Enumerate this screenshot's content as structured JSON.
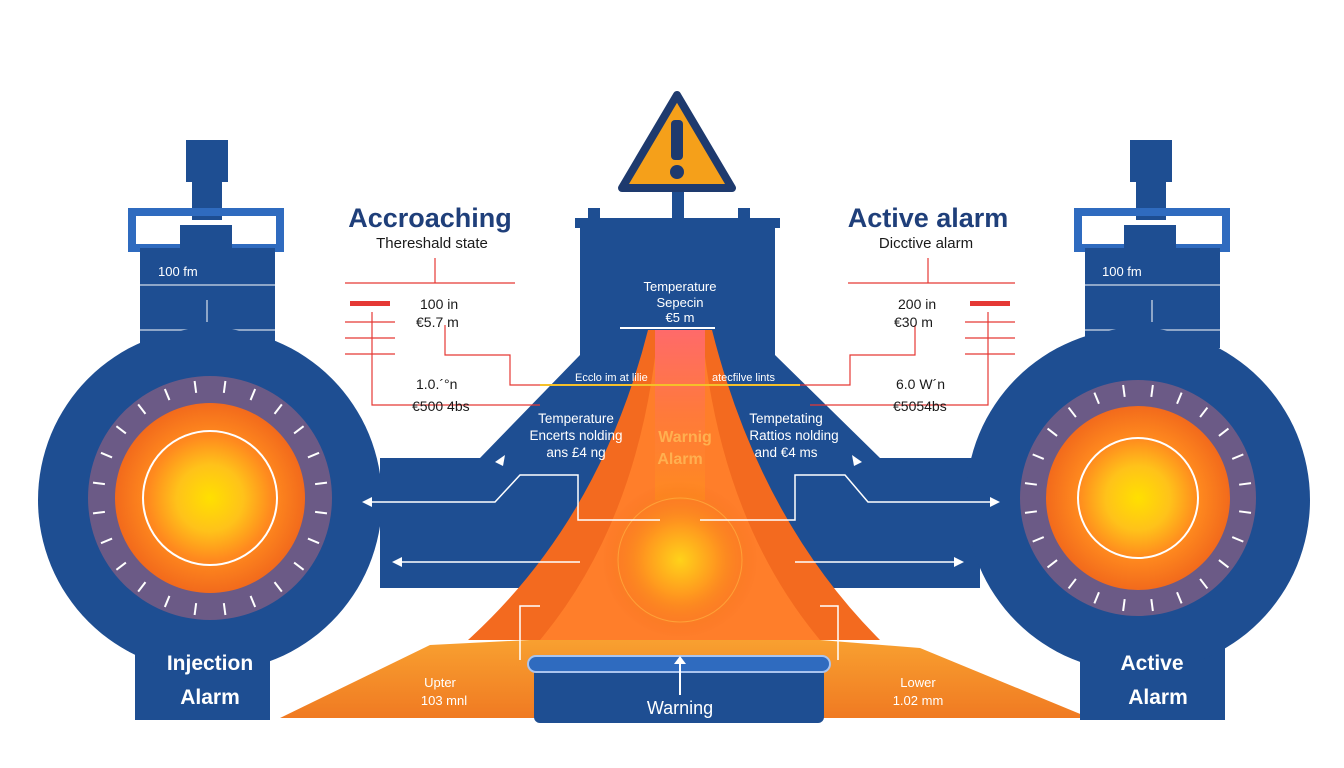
{
  "warning_icon": "warning-triangle-icon",
  "colors": {
    "blue": "#1e4e92",
    "blue_light": "#2f6bbf",
    "orange": "#f36a1f",
    "orange_light": "#f7a040",
    "red": "#e53935",
    "yellow": "#ffd31a",
    "purple": "#6b5a86",
    "sign_orange": "#f5a01a"
  },
  "left_panel": {
    "title": "Accroaching",
    "subtitle": "Thereshald state",
    "value1": "100 in",
    "value2": "€5.7 m",
    "value3": "1.0.´°n",
    "value4": "€500 4bs"
  },
  "right_panel": {
    "title": "Active alarm",
    "subtitle": "Dicctive alarm",
    "value1": "200 in",
    "value2": "€30 m",
    "value3": "6.0 W´n",
    "value4": "€5054bs"
  },
  "left_tower": {
    "reading": "100 fm"
  },
  "right_tower": {
    "reading": "100 fm"
  },
  "center": {
    "temp_title": "Temperature",
    "temp_sub": "Sepecin",
    "temp_val": "€5 m",
    "limit_left": "Ecclo im at lilie",
    "limit_right": "atecfilve lints",
    "warning_line1": "Warnig",
    "warning_line2": "Alarm",
    "base_label": "Warning"
  },
  "left_mid": {
    "line1": "Temperature",
    "line2": "Encerts nolding",
    "line3": "ans £4 ng"
  },
  "right_mid": {
    "line1": "Tempetating",
    "line2": "Rattios nolding",
    "line3": "and €4 ms"
  },
  "left_gauge": {
    "label1": "Injection",
    "label2": "Alarm"
  },
  "right_gauge": {
    "label1": "Active",
    "label2": "Alarm"
  },
  "upper": {
    "label": "Upter",
    "value": "103 mnl"
  },
  "lower": {
    "label": "Lower",
    "value": "1.02 mm"
  }
}
